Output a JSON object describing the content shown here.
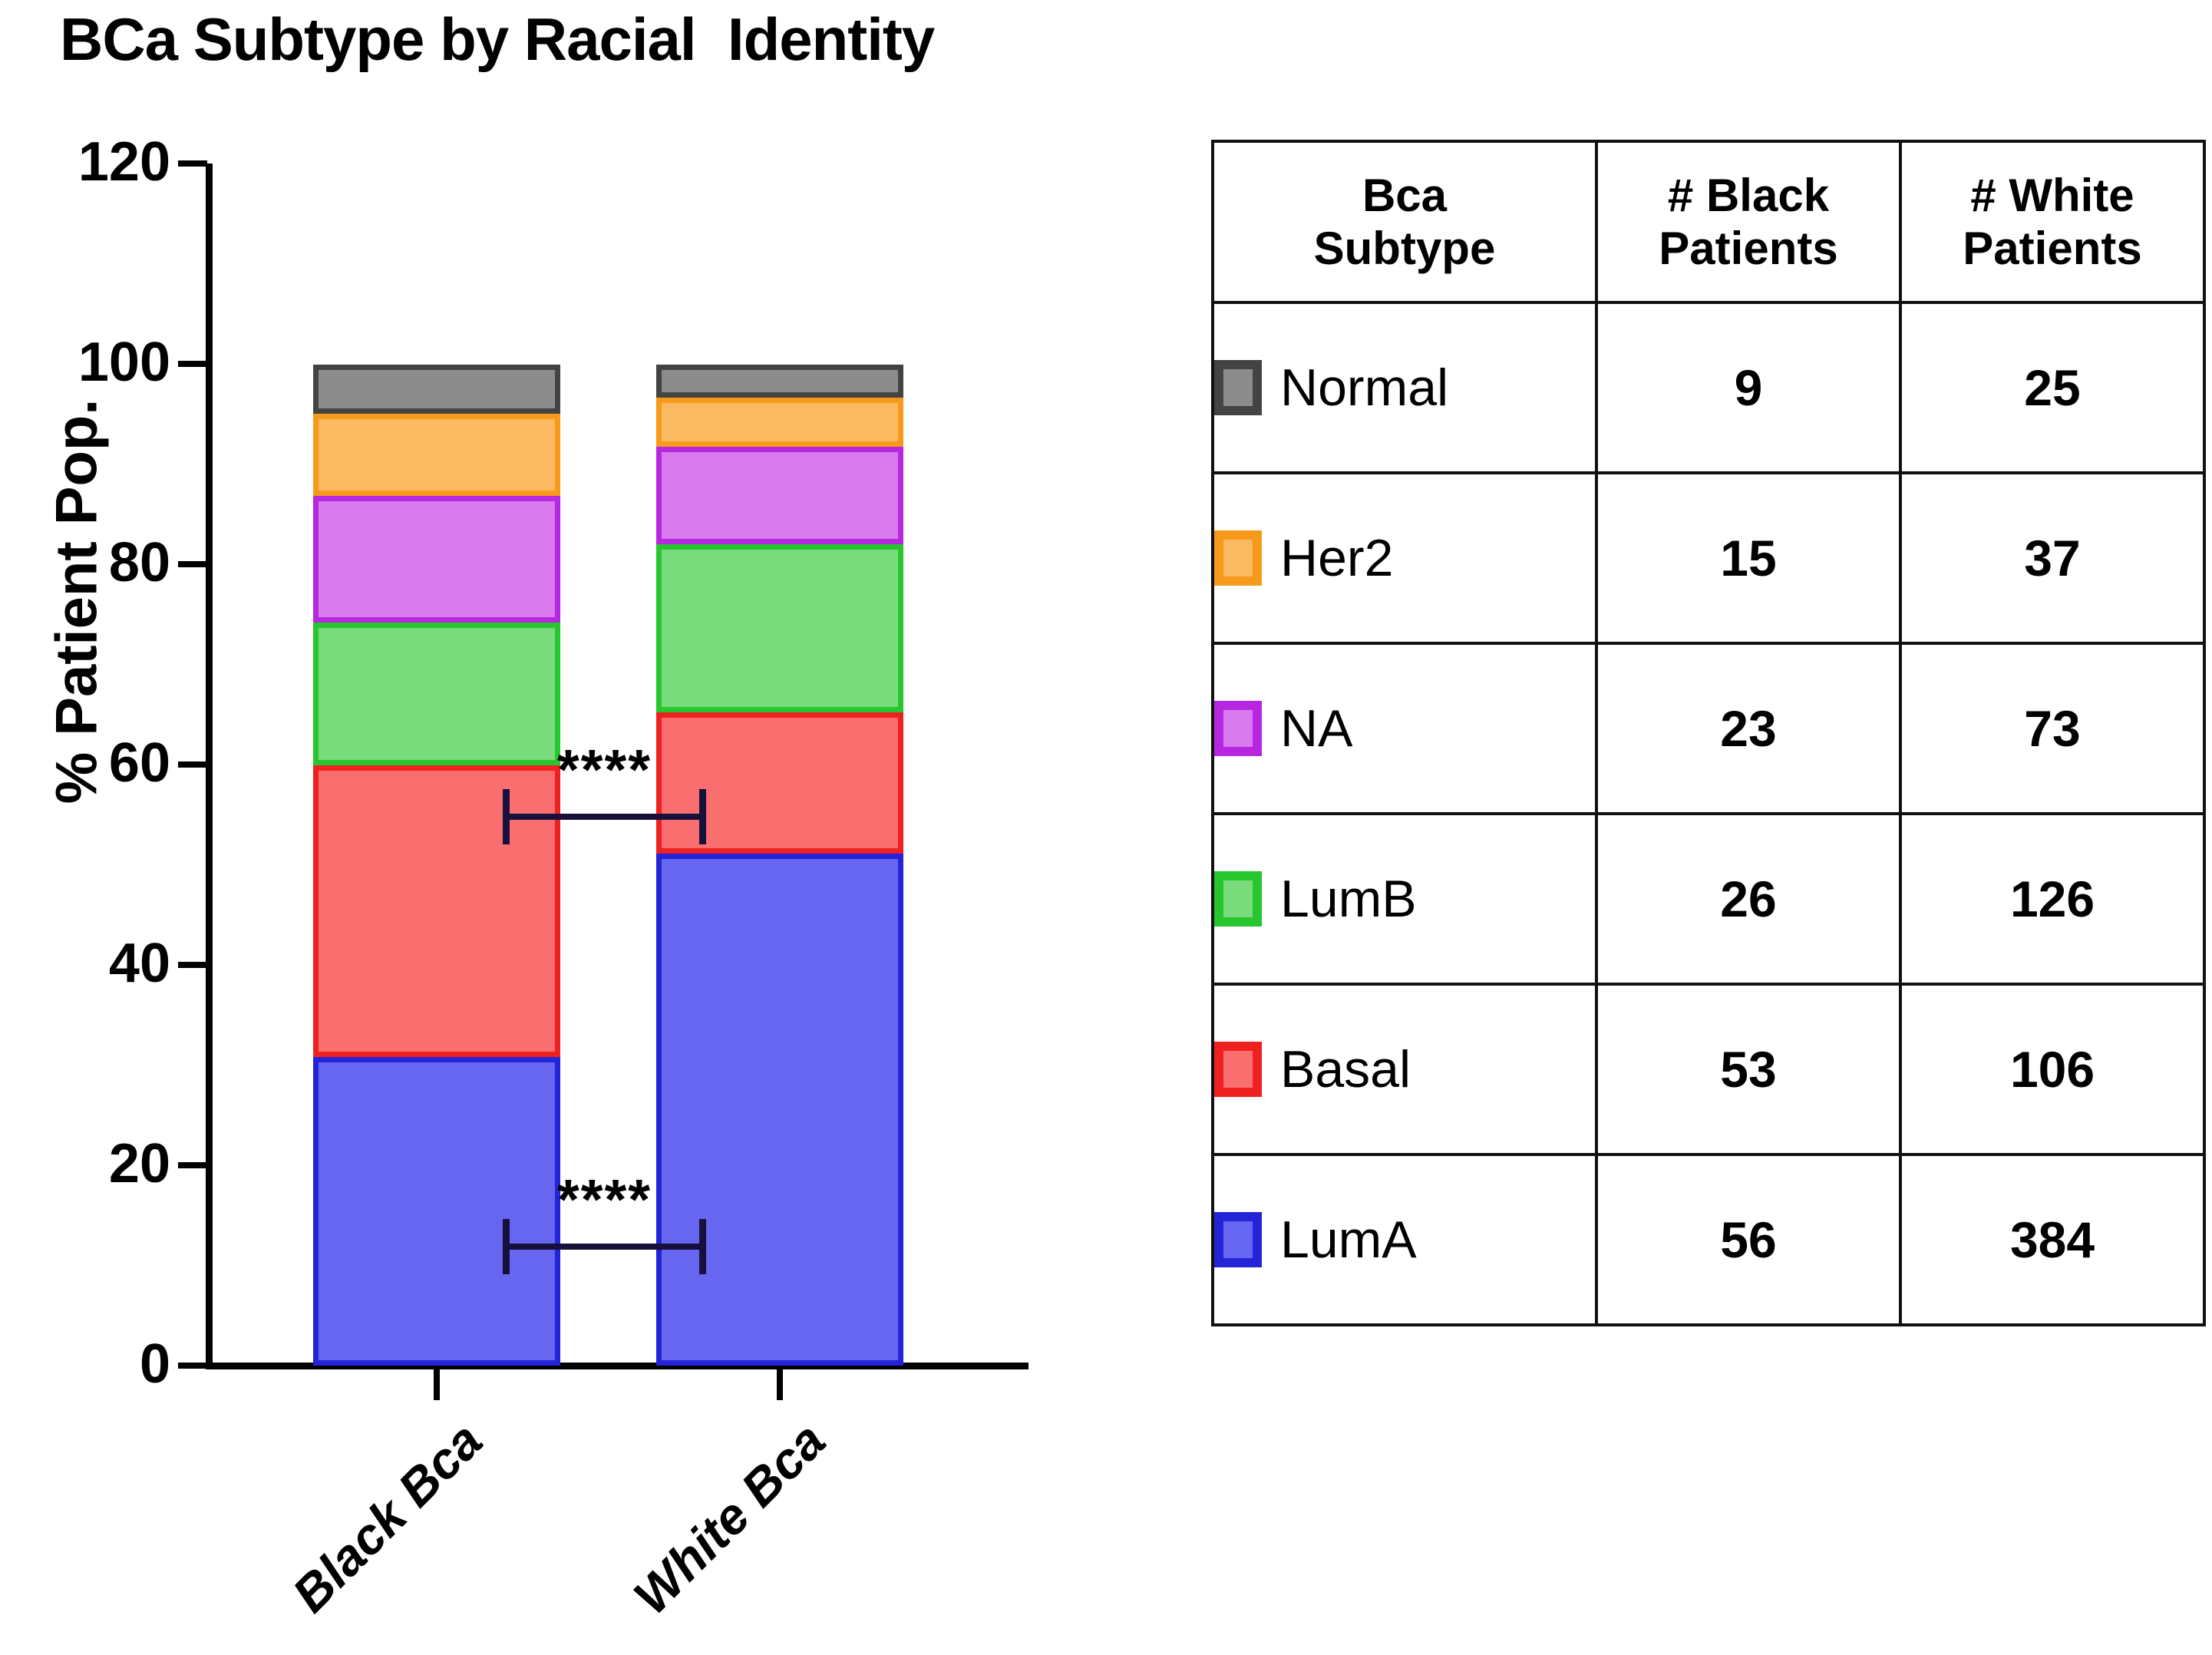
{
  "chart_data": {
    "type": "bar",
    "subtype": "stacked-percent-bar",
    "title": "BCa Subtype by Racial  Identity",
    "xlabel": "",
    "ylabel": "% Patient Pop.",
    "ylim": [
      0,
      120
    ],
    "yticks": [
      0,
      20,
      40,
      60,
      80,
      100,
      120
    ],
    "grid": false,
    "legend_position": "table-right",
    "categories": [
      "Black Bca",
      "White Bca"
    ],
    "series": [
      {
        "name": "LumA",
        "color": "#6666f0",
        "border": "#2323d8",
        "values": [
          30.8,
          51.1
        ]
      },
      {
        "name": "Basal",
        "color": "#f96e6e",
        "border": "#ef2020",
        "values": [
          29.1,
          14.1
        ]
      },
      {
        "name": "LumB",
        "color": "#79db7c",
        "border": "#27c62e",
        "values": [
          14.3,
          16.8
        ]
      },
      {
        "name": "NA",
        "color": "#d97bef",
        "border": "#b827e0",
        "values": [
          12.6,
          9.7
        ]
      },
      {
        "name": "Her2",
        "color": "#fbb961",
        "border": "#f79a1c",
        "values": [
          8.2,
          4.9
        ]
      },
      {
        "name": "Normal",
        "color": "#8c8c8c",
        "border": "#434343",
        "values": [
          4.9,
          3.3
        ]
      }
    ],
    "cumulative_tops": {
      "Black Bca": [
        30.8,
        59.9,
        74.2,
        86.8,
        95.0,
        99.9
      ],
      "White Bca": [
        51.1,
        65.2,
        82.0,
        91.7,
        96.6,
        99.9
      ]
    },
    "annotations": [
      {
        "text": "****",
        "between": [
          "Black Bca",
          "White Bca"
        ],
        "y": 55
      },
      {
        "text": "****",
        "between": [
          "Black Bca",
          "White Bca"
        ],
        "y": 13
      }
    ]
  },
  "title": "BCa Subtype by Racial  Identity",
  "axis": {
    "y_title": "% Patient Pop.",
    "y_ticks": [
      "120",
      "100",
      "80",
      "60",
      "40",
      "20",
      "0"
    ],
    "x_ticks": [
      "Black Bca",
      "White Bca"
    ]
  },
  "significance": {
    "upper_stars": "****",
    "lower_stars": "****"
  },
  "table": {
    "headers": {
      "subtype": "Bca\nSubtype",
      "subtype_line1": "Bca",
      "subtype_line2": "Subtype",
      "black_line1": "# Black",
      "black_line2": "Patients",
      "white_line1": "# White",
      "white_line2": "Patients"
    },
    "rows": [
      {
        "label": "Normal",
        "black": "9",
        "white": "25",
        "fill": "#8c8c8c",
        "border": "#434343"
      },
      {
        "label": "Her2",
        "black": "15",
        "white": "37",
        "fill": "#fbb961",
        "border": "#f79a1c"
      },
      {
        "label": "NA",
        "black": "23",
        "white": "73",
        "fill": "#d97bef",
        "border": "#b827e0"
      },
      {
        "label": "LumB",
        "black": "26",
        "white": "126",
        "fill": "#79db7c",
        "border": "#27c62e"
      },
      {
        "label": "Basal",
        "black": "53",
        "white": "106",
        "fill": "#f96e6e",
        "border": "#ef2020"
      },
      {
        "label": "LumA",
        "black": "56",
        "white": "384",
        "fill": "#6666f0",
        "border": "#2323d8"
      }
    ]
  }
}
